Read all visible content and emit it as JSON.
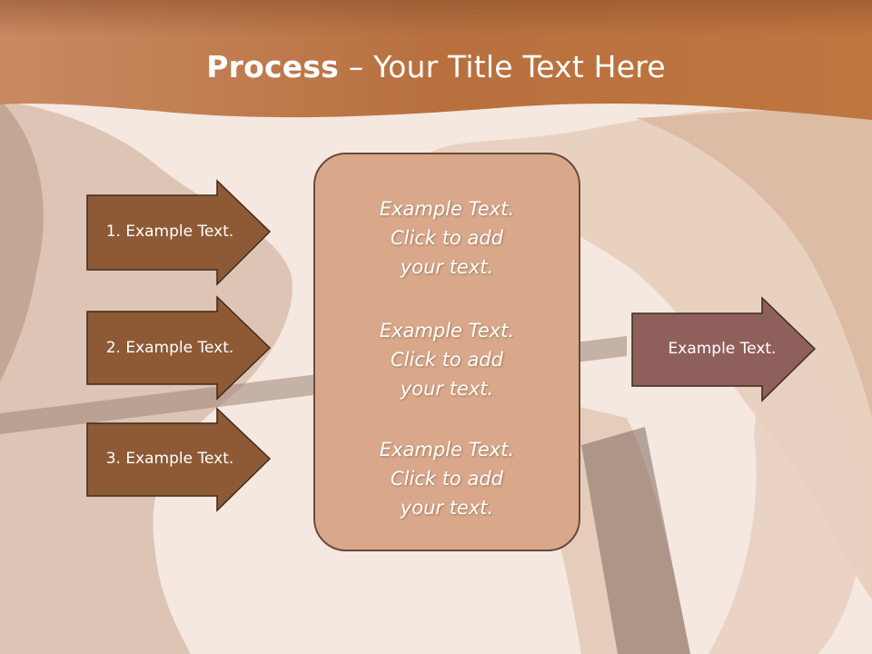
{
  "slide": {
    "title_bold": "Process",
    "title_rest": " – Your Title Text Here",
    "inputs": [
      {
        "label": "1. Example Text."
      },
      {
        "label": "2. Example Text."
      },
      {
        "label": "3. Example Text."
      }
    ],
    "center_paragraphs": [
      {
        "line1": "Example Text.",
        "line2": "Click  to add",
        "line3": "your text."
      },
      {
        "line1": "Example Text.",
        "line2": "Click  to add",
        "line3": "your text."
      },
      {
        "line1": "Example Text.",
        "line2": "Click  to add",
        "line3": "your text."
      }
    ],
    "output": {
      "label": "Example Text."
    }
  },
  "colors": {
    "banner": "#c27a4e",
    "input_arrow": "#8e5a36",
    "center_box": "#d9a88a",
    "output_arrow": "#8f5f5c",
    "outline": "#3d2a1e"
  }
}
